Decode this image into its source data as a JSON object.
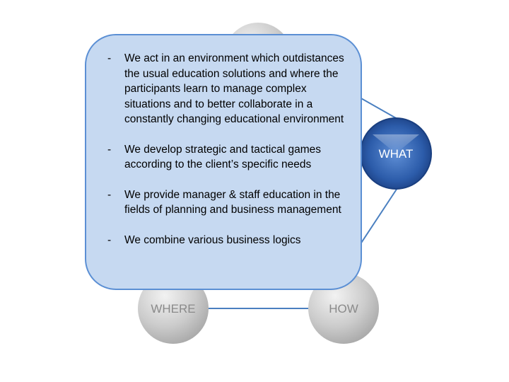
{
  "diagram": {
    "nodes": {
      "what": "WHAT",
      "where": "WHERE",
      "how": "HOW"
    },
    "colors": {
      "what_fill": "#2a5aa8",
      "what_stroke": "#1a3f80",
      "grey_fill": "#c8c8c8",
      "grey_label": "#8a8a8a",
      "connector": "#4a7fc0",
      "callout_fill": "#c6d9f1",
      "callout_border": "#5b8fd4"
    }
  },
  "callout": {
    "bullet_marker": "-",
    "items": [
      "We act in an environment which outdistances the usual education solutions and where the participants learn to manage complex situations and to better collaborate in a constantly changing educational environment",
      "We develop strategic and tactical games according to the client’s specific needs",
      "We provide manager & staff education in the fields of planning and business management",
      "We combine various business logics"
    ]
  }
}
